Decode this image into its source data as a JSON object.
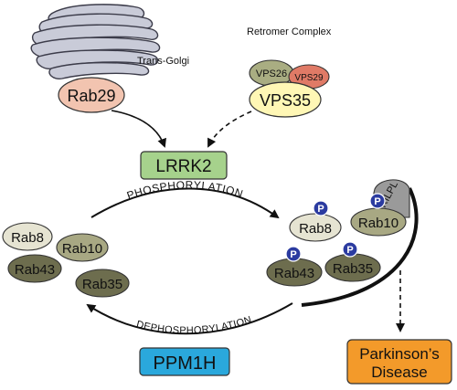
{
  "golgi": {
    "label": "Trans-Golgi"
  },
  "retromer": {
    "label": "Retromer Complex",
    "vps26": "VPS26",
    "vps29": "VPS29",
    "vps35": "VPS35"
  },
  "rab29": "Rab29",
  "lrrk2": "LRRK2",
  "phosphorylation": "PHOSPHORYLATION",
  "dephosphorylation": "DEPHOSPHORYLATION",
  "ppm1h": "PPM1H",
  "parkinsons": {
    "line1": "Parkinson’s",
    "line2": "Disease"
  },
  "left_rabs": {
    "rab8": "Rab8",
    "rab10": "Rab10",
    "rab43": "Rab43",
    "rab35": "Rab35"
  },
  "right_rabs": {
    "rab8": "Rab8",
    "rab10": "Rab10",
    "rab43": "Rab43",
    "rab35": "Rab35"
  },
  "rilpl": "RILPL",
  "phospho_marker": "P",
  "colors": {
    "golgi": "#c9cbd8",
    "rab29": "#f2c4b0",
    "vps26": "#a9ad82",
    "vps29": "#e07a66",
    "vps35": "#fff7b5",
    "lrrk2": "#a6d28c",
    "ppm1h": "#2aa8dc",
    "parkinsons": "#f39a2a",
    "rab_light": "#e6e4d2",
    "rab_mid": "#a8a883",
    "rab_dark": "#6d6d4e",
    "rilpl": "#9a9a9a",
    "phospho": "#2b3ba0"
  }
}
